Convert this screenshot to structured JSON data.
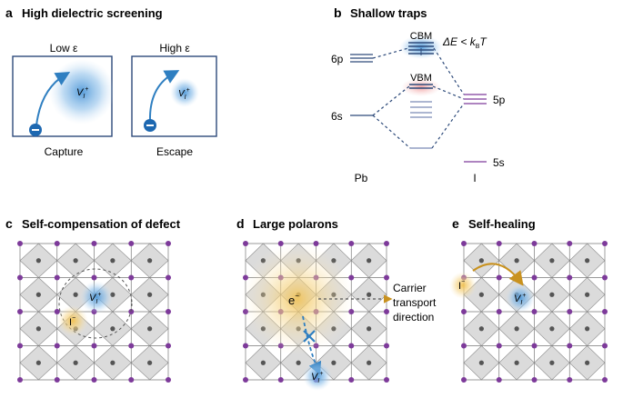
{
  "panels": {
    "a": {
      "letter": "a",
      "title": "High dielectric screening",
      "low_label": "Low ε",
      "high_label": "High ε",
      "defect": "V",
      "defect_sub": "I",
      "defect_sup": "+",
      "capture": "Capture",
      "escape": "Escape",
      "charge": "−"
    },
    "b": {
      "letter": "b",
      "title": "Shallow traps",
      "pb_6p": "6p",
      "pb_6s": "6s",
      "cbm": "CBM",
      "vbm": "VBM",
      "energy_main": "ΔE < k",
      "energy_sub": "B",
      "energy_T": "T",
      "i_5p": "5p",
      "i_5s": "5s",
      "pb": "Pb",
      "iodine": "I"
    },
    "c": {
      "letter": "c",
      "title": "Self-compensation of defect",
      "v_main": "V",
      "v_sub": "I",
      "v_sup": "+",
      "i_main": "I",
      "i_sup": "−"
    },
    "d": {
      "letter": "d",
      "title": "Large polarons",
      "electron": "e",
      "electron_sup": "−",
      "carrier_line1": "Carrier",
      "carrier_line2": "transport",
      "carrier_line3": "direction",
      "v_main": "V",
      "v_sub": "I",
      "v_sup": "+"
    },
    "e": {
      "letter": "e",
      "title": "Self-healing",
      "i_main": "I",
      "i_sup": "−",
      "v_main": "V",
      "v_sub": "I",
      "v_sup": "+"
    }
  },
  "colors": {
    "blue": "#2f7fc1",
    "purple": "#7d3a9a",
    "navy": "#2d4a7a",
    "gold": "#d9a52a",
    "gray": "#bdbdbd"
  }
}
